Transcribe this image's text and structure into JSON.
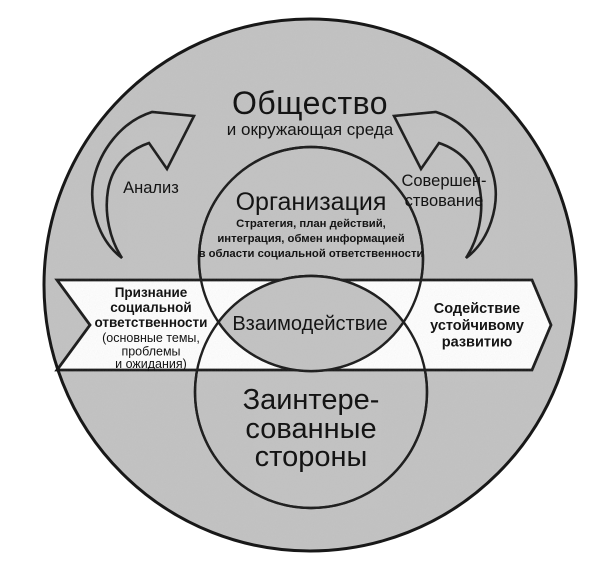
{
  "colors": {
    "circle_gray": "#c3c3c3",
    "line_black": "#181818",
    "band_white": "#ffffff",
    "text_black": "#141414"
  },
  "society": {
    "title": "Общество",
    "subtitle": "и окружающая среда"
  },
  "cycle": {
    "left_label": "Анализ",
    "right_label_lines": [
      "Совершен-",
      "ствование"
    ]
  },
  "organization": {
    "title": "Организация",
    "subtitle_lines": [
      "Стратегия, план действий,",
      "интеграция, обмен информацией",
      "в области социальной ответственности"
    ]
  },
  "recognition": {
    "title_lines": [
      "Признание",
      "социальной",
      "ответственности"
    ],
    "detail_lines": [
      "(основные темы,",
      "проблемы",
      "и ожидания)"
    ]
  },
  "interaction": {
    "label": "Взаимодействие"
  },
  "contribution": {
    "lines": [
      "Содействие",
      "устойчивому",
      "развитию"
    ]
  },
  "stakeholders": {
    "lines": [
      "Заинтере-",
      "сованные",
      "стороны"
    ]
  }
}
